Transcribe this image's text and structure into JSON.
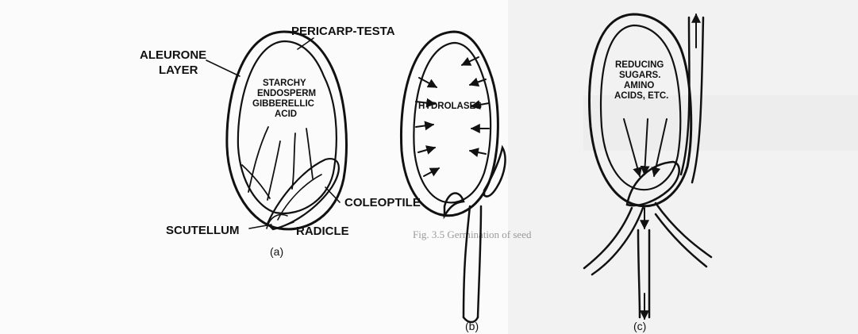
{
  "background_text": {
    "lines": [
      "Fig. 3.5 Germination of seed"
    ]
  },
  "labels": {
    "pericarp_testa": "PERICARP-TESTA",
    "aleurone_1": "ALEURONE",
    "aleurone_2": "LAYER",
    "starchy_1": "STARCHY",
    "starchy_2": "ENDOSPERM",
    "starchy_3": "GIBBERELLIC",
    "starchy_4": "ACID",
    "coleoptile": "COLEOPTILE",
    "scutellum": "SCUTELLUM",
    "radicle": "RADICLE",
    "hydrolases": "HYDROLASES",
    "reducing_1": "REDUCING",
    "reducing_2": "SUGARS.",
    "reducing_3": "AMINO",
    "reducing_4": "ACIDS, ETC."
  },
  "captions": {
    "a": "(a)",
    "b": "(b)",
    "c": "(c)"
  }
}
